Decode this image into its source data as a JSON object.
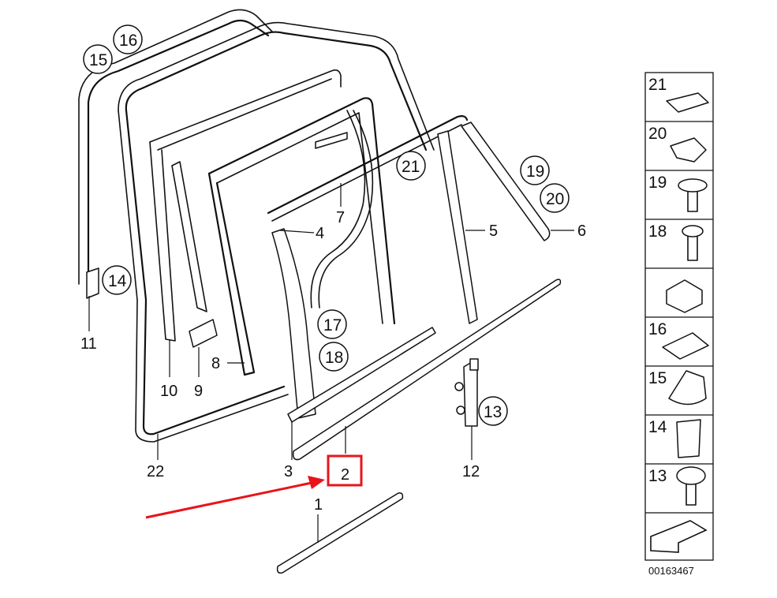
{
  "callout_labels": {
    "l1": "1",
    "l2": "2",
    "l3": "3",
    "l4": "4",
    "l5": "5",
    "l6": "6",
    "l7": "7",
    "l8": "8",
    "l9": "9",
    "l10": "10",
    "l11": "11",
    "l12": "12",
    "l22": "22"
  },
  "circled_labels": {
    "c13": "13",
    "c14": "14",
    "c15": "15",
    "c16": "16",
    "c17": "17",
    "c18": "18",
    "c19": "19",
    "c20": "20",
    "c21": "21"
  },
  "legend": {
    "items": [
      "21",
      "20",
      "19",
      "18",
      "",
      "16",
      "15",
      "14",
      "13",
      ""
    ]
  },
  "catalog_number": "00163467",
  "highlight": {
    "label": "2",
    "color": "#e8141b"
  },
  "arrow_color": "#e8141b"
}
